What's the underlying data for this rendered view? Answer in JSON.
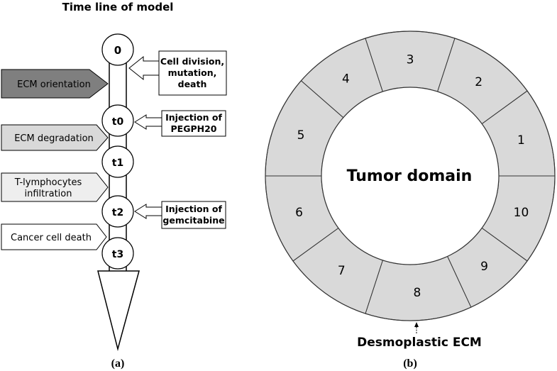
{
  "panel_a": {
    "title": "Time line of model",
    "caption": "(a)",
    "nodes": [
      "0",
      "t0",
      "t1",
      "t2",
      "t3"
    ],
    "left_labels": {
      "ecm_orientation": "ECM orientation",
      "ecm_degradation": "ECM degradation",
      "t_lymph_line1": "T-lymphocytes",
      "t_lymph_line2": "infiltration",
      "cancer_cell_death": "Cancer cell death"
    },
    "right_labels": {
      "cell_line1": "Cell division,",
      "cell_line2": "mutation,",
      "cell_line3": "death",
      "peg_line1": "Injection of",
      "peg_line2": "PEGPH20",
      "gem_line1": "Injection of",
      "gem_line2": "gemcitabine"
    },
    "colors": {
      "ecm_orientation": "#7f7f7f",
      "ecm_degradation": "#d9d9d9",
      "t_lymphocytes": "#eeeeee",
      "cancer_cell_death": "#ffffff"
    }
  },
  "panel_b": {
    "center_label": "Tumor domain",
    "ring_label": "Desmoplastic ECM",
    "caption": "(b)",
    "segments": [
      "1",
      "10",
      "9",
      "8",
      "7",
      "6",
      "5",
      "4",
      "3",
      "2"
    ],
    "segment_fill": "#d9d9d9"
  }
}
